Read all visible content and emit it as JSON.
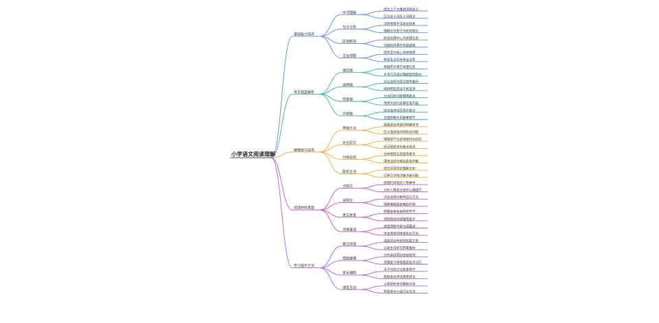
{
  "root": {
    "label": "小学语文阅读理解"
  },
  "colors": [
    "#4a90e2",
    "#2bb3a3",
    "#f5a623",
    "#cc4bc2",
    "#a45de0"
  ],
  "branches": [
    {
      "label": "基础能力培养",
      "children": [
        {
          "label": "字词理解",
          "leaves": [
            "结合上下文推测词语含义",
            "区分近义词反义词用法"
          ]
        },
        {
          "label": "句子分析",
          "leaves": [
            "识别修辞手法表达效果",
            "理解长句关于与修饰部分"
          ]
        },
        {
          "label": "段落概括",
          "leaves": [
            "抓住段落中心句关键信息",
            "归纳段内事件发展逻辑"
          ]
        },
        {
          "label": "主旨把握",
          "leaves": [
            "提炼全文核心思想情感",
            "联系生活实际体会深意"
          ]
        }
      ]
    },
    {
      "label": "常见题型解析",
      "children": [
        {
          "label": "填空题",
          "leaves": [
            "根据原文填写关键信息",
            "补充句子成分理解结构部分"
          ]
        },
        {
          "label": "选择题",
          "leaves": [
            "对比选项与原文细节差异",
            "排除明显错误干扰选项"
          ]
        },
        {
          "label": "简答题",
          "leaves": [
            "分点回答问题明确要点",
            "用原文语句支撑答案内容"
          ]
        },
        {
          "label": "开放题",
          "leaves": [
            "结合自身经历表达观点",
            "合理想象补充故事情节"
          ]
        }
      ]
    },
    {
      "label": "解题技巧运用",
      "children": [
        {
          "label": "审题方法",
          "leaves": [
            "圈画题目关键词明确要求",
            "区分直接提问和隐含问题"
          ]
        },
        {
          "label": "定位原文",
          "leaves": [
            "根据题干信息快速找对应段",
            "标记相关语句重点阅读"
          ]
        },
        {
          "label": "归纳总结",
          "leaves": [
            "合并相同信息提炼要点",
            "用简洁语言概括复杂内容"
          ]
        },
        {
          "label": "联系生活",
          "leaves": [
            "结合日常经验理解文本",
            "迁移已学知识解决新问题"
          ]
        }
      ]
    },
    {
      "label": "阅读材料类型",
      "children": [
        {
          "label": "记叙文",
          "leaves": [
            "梳理时间地点人物事件",
            "分析人物语言动作心理描写"
          ]
        },
        {
          "label": "说明文",
          "leaves": [
            "识别说明对象特征与方法",
            "理解数据图表辅助作用"
          ]
        },
        {
          "label": "寓言故事",
          "leaves": [
            "把握故事发展转折环节",
            "领悟隐含的道理借品示"
          ]
        },
        {
          "label": "诗歌童谣",
          "leaves": [
            "感受押韵节奏与画面感",
            "体会简单的情感表达方式"
          ]
        }
      ]
    },
    {
      "label": "学习提升方法",
      "children": [
        {
          "label": "每日阅读",
          "leaves": [
            "选择适合年龄的短篇文章",
            "记录生词好句积累素材"
          ]
        },
        {
          "label": "错题整理",
          "leaves": [
            "分析错误原因总结规律",
            "定期复习易错题型加深记忆"
          ]
        },
        {
          "label": "家长辅助",
          "leaves": [
            "亲子共读讨论故事情节",
            "鼓励表达阅读感受想法"
          ]
        },
        {
          "label": "课堂互动",
          "leaves": [
            "认真倾听老师解题示范",
            "积极参与小组讨论交流"
          ]
        }
      ]
    }
  ]
}
